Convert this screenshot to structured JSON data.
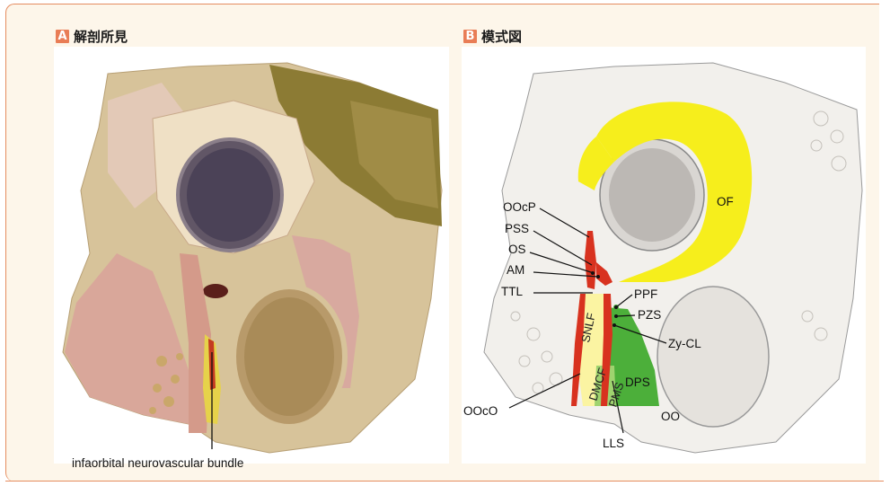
{
  "panel_a": {
    "badge": "A",
    "title": "解剖所見"
  },
  "panel_b": {
    "badge": "B",
    "title": "模式図"
  },
  "caption": "infaorbital neurovascular bundle",
  "labels": {
    "OOcP": "OOcP",
    "PSS": "PSS",
    "OS": "OS",
    "AM": "AM",
    "TTL": "TTL",
    "OF": "OF",
    "PPF": "PPF",
    "PZS": "PZS",
    "Zy-CL": "Zy-CL",
    "SNLF": "SNLF",
    "DMCF": "DMCF",
    "PMS": "PMS",
    "DPS": "DPS",
    "OOcO": "OOcO",
    "OO": "OO",
    "LLS": "LLS"
  },
  "colors": {
    "accent": "#e97d56",
    "frame_border": "#e58c5f",
    "frame_bg": "#fdf6ea",
    "fat_yellow": "#f6ee1c",
    "muscle_red": "#d8321f",
    "pale_yellow": "#fbf4a2",
    "green": "#4caf3a"
  }
}
